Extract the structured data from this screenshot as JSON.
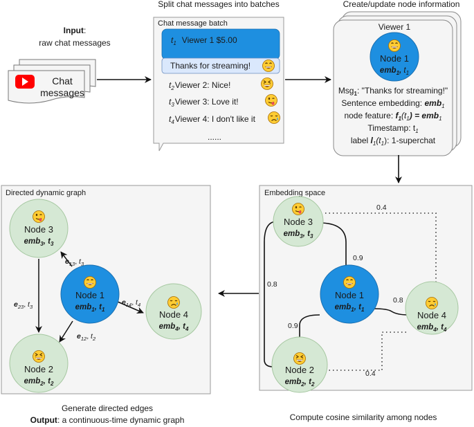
{
  "input": {
    "label": "Input",
    "label_rest": ":",
    "desc": "raw chat messages",
    "stack_text_1": "Chat",
    "stack_text_2": "messages"
  },
  "batch": {
    "caption": "Split chat messages into batches",
    "title": "Chat message batch",
    "m1": {
      "t": "t",
      "sub": "1",
      "text": "Viewer 1  $5.00"
    },
    "m1b": {
      "text": "Thanks for streaming!"
    },
    "m2": {
      "t": "t",
      "sub": "2",
      "text": "Viewer 2: Nice!"
    },
    "m3": {
      "t": "t",
      "sub": "3",
      "text": "Viewer 3: Love it!"
    },
    "m4": {
      "t": "t",
      "sub": "4",
      "text": "Viewer 4: I don't like it"
    },
    "more": "......"
  },
  "nodeinfo": {
    "caption": "Create/update node information",
    "viewer": "Viewer 1",
    "node": "Node 1",
    "emb": "emb",
    "emb_sub": "1",
    "t": "t",
    "t_sub": "1",
    "msg_prefix": "Msg",
    "msg_sub": "1",
    "msg_text": ": \"Thanks for streaming!\"",
    "sent_prefix": "Sentence embedding: ",
    "sent_emb": "emb",
    "sent_sub": "1",
    "feat_prefix": "node feature: ",
    "feat_f": "f",
    "feat_fsub": "1",
    "feat_mid": "(t",
    "feat_tsub": "1",
    "feat_eq": ") = emb",
    "feat_esub": "1",
    "ts_prefix": "Timestamp: t",
    "ts_sub": "1",
    "label_prefix": "label ",
    "label_l": "l",
    "label_lsub": "1",
    "label_mid": "(t",
    "label_tsub": "1",
    "label_rest": "): 1-superchat"
  },
  "embedding": {
    "title": "Embedding space",
    "caption": "Compute cosine similarity among nodes",
    "weights": {
      "n3_n1": "0.9",
      "n3_n2": "0.8",
      "n1_n2": "0.9",
      "n1_n4": "0.8",
      "n3_n4": "0.4",
      "n2_n4": "0.4"
    }
  },
  "graph": {
    "title": "Directed dynamic graph",
    "caption_1": "Generate directed edges",
    "caption_2_bold": "Output",
    "caption_2_rest": ": a continuous-time dynamic graph",
    "edges": {
      "e13": {
        "e": "e",
        "sub": "13",
        "t": "t",
        "tsub": "3"
      },
      "e23": {
        "e": "e",
        "sub": "23",
        "t": "t",
        "tsub": "3"
      },
      "e14": {
        "e": "e",
        "sub": "14",
        "t": "t",
        "tsub": "4"
      },
      "e12": {
        "e": "e",
        "sub": "12",
        "t": "t",
        "tsub": "2"
      }
    }
  },
  "nodes": {
    "n1": {
      "label": "Node 1",
      "emb": "emb",
      "sub": "1",
      "t": "t",
      "tsub": "1"
    },
    "n2": {
      "label": "Node 2",
      "emb": "emb",
      "sub": "2",
      "t": "t",
      "tsub": "2"
    },
    "n3": {
      "label": "Node 3",
      "emb": "emb",
      "sub": "3",
      "t": "t",
      "tsub": "3"
    },
    "n4": {
      "label": "Node 4",
      "emb": "emb",
      "sub": "4",
      "t": "t",
      "tsub": "4"
    }
  },
  "colors": {
    "node_blue": "#1e8fe0",
    "node_green": "#d5e8d4",
    "node_green_stroke": "#a5c7a0",
    "panel_fill": "#f5f5f5",
    "panel_stroke": "#9a9a9a",
    "chat_blue": "#1e8fe0",
    "chat_light": "#dae8fc",
    "chat_light_stroke": "#6c8ebf",
    "youtube_red": "#ff0000"
  }
}
